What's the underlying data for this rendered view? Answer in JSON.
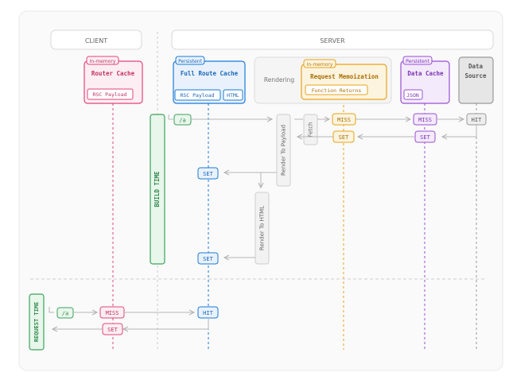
{
  "sections": {
    "client": "CLIENT",
    "server": "SERVER"
  },
  "router_cache": {
    "tag": "In-memory",
    "title": "Router Cache",
    "chip": "RSC Payload"
  },
  "full_route_cache": {
    "tag": "Persistent",
    "title": "Full Route Cache",
    "chip_rsc": "RSC Payload",
    "chip_html": "HTML"
  },
  "rendering": {
    "label": "Rendering"
  },
  "request_memo": {
    "tag": "In-memory",
    "title": "Request Memoization",
    "chip": "Function Returns"
  },
  "data_cache": {
    "tag": "Persistent",
    "title": "Data Cache",
    "chip": "JSON"
  },
  "data_source": {
    "title_line1": "Data",
    "title_line2": "Source"
  },
  "build_time": {
    "label": "BUILD TIME",
    "route": "/a",
    "render_payload": "Render To Payload",
    "render_html": "Render To HTML",
    "fetch": "Fetch",
    "memo_miss": "MISS",
    "memo_set": "SET",
    "data_miss": "MISS",
    "data_set": "SET",
    "source_hit": "HIT",
    "frc_set_1": "SET",
    "frc_set_2": "SET"
  },
  "request_time": {
    "label": "REQUEST TIME",
    "route": "/a",
    "router_miss": "MISS",
    "router_set": "SET",
    "frc_hit": "HIT"
  },
  "colors": {
    "pink": "#e0457b",
    "blue": "#1a7ad6",
    "orange": "#e8a317",
    "purple": "#9b4fd0",
    "gray": "#8f8f8f",
    "green": "#3aa35a"
  }
}
